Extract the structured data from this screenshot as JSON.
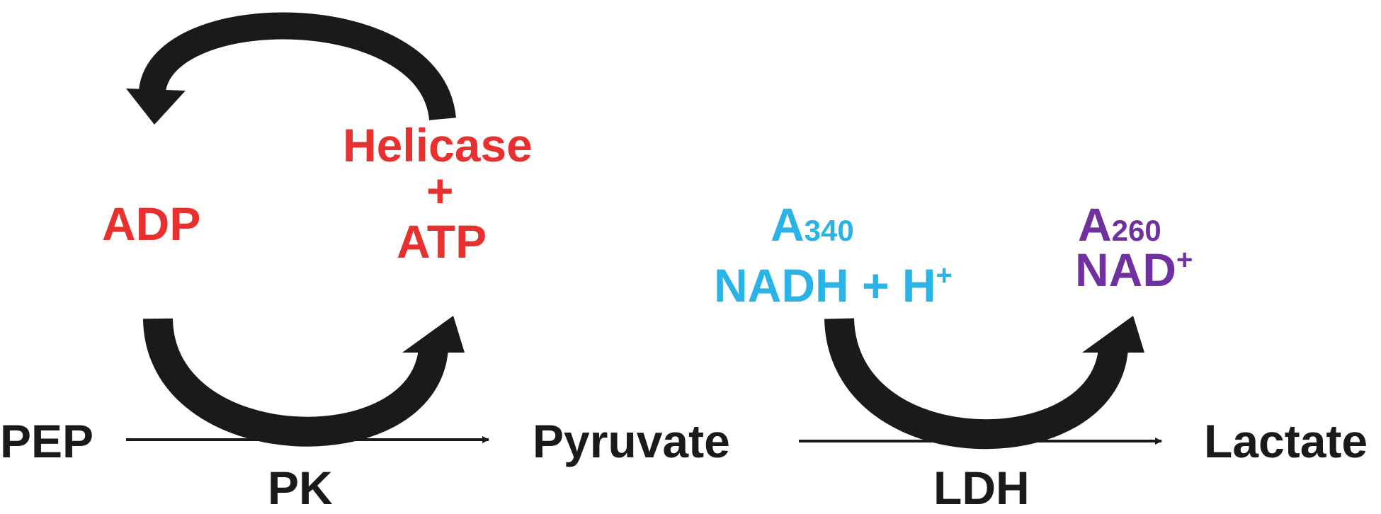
{
  "colors": {
    "black": "#1a1a1a",
    "red": "#e8312f",
    "cyan": "#2ab3e6",
    "purple": "#7030a0"
  },
  "reactions": {
    "pep": "PEP",
    "pk": "PK",
    "pyruvate": "Pyruvate",
    "ldh": "LDH",
    "lactate": "Lactate"
  },
  "helicase_cycle": {
    "adp": "ADP",
    "helicase": "Helicase",
    "plus": "+",
    "atp": "ATP"
  },
  "ldh_cofactors": {
    "nadh_absorbance_base": "A",
    "nadh_absorbance_sub": "340",
    "nadh": "NADH + H",
    "nadh_sup": "+",
    "nad_absorbance_base": "A",
    "nad_absorbance_sub": "260",
    "nad": "NAD",
    "nad_sup": "+"
  }
}
